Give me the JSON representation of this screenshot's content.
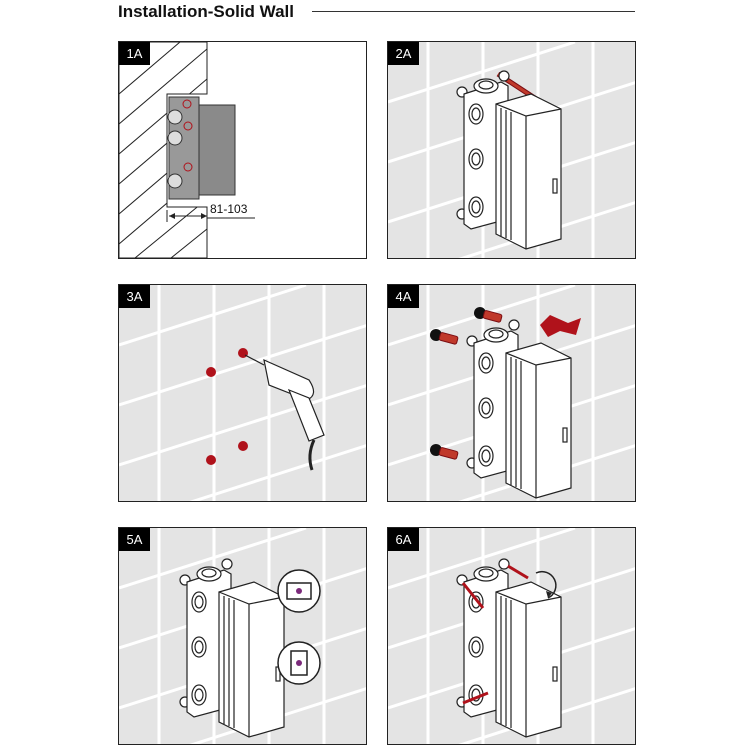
{
  "title": "Installation-Solid Wall",
  "steps": [
    {
      "label": "1A",
      "dimension": "81-103"
    },
    {
      "label": "2A"
    },
    {
      "label": "3A"
    },
    {
      "label": "4A"
    },
    {
      "label": "5A"
    },
    {
      "label": "6A"
    }
  ],
  "colors": {
    "accent": "#b0121b",
    "tile": "#e4e4e4"
  }
}
